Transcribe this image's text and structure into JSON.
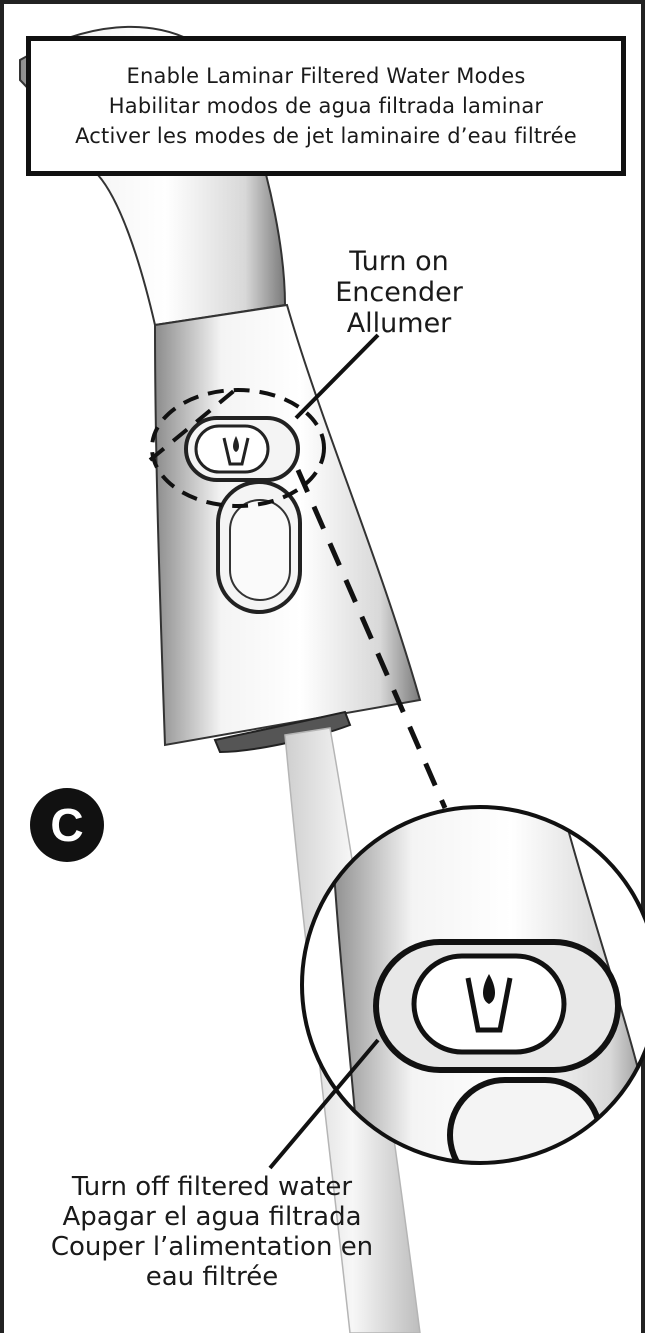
{
  "title": {
    "line_en": "Enable Laminar Filtered Water Modes",
    "line_es": "Habilitar modos de agua filtrada laminar",
    "line_fr": "Activer les modes de jet laminaire d’eau filtrée"
  },
  "step": {
    "letter": "C"
  },
  "callout_on": {
    "line_en": "Turn on",
    "line_es": "Encender",
    "line_fr": "Allumer"
  },
  "callout_off": {
    "line_en": "Turn off filtered water",
    "line_es": "Apagar el agua filtrada",
    "line_fr_1": "Couper l’alimentation en",
    "line_fr_2": "eau filtrée"
  },
  "icons": [
    "water-drop-icon"
  ],
  "colors": {
    "line": "#111111",
    "faucet_light": "#f2f2f2",
    "faucet_shade": "#9a9a9a"
  }
}
